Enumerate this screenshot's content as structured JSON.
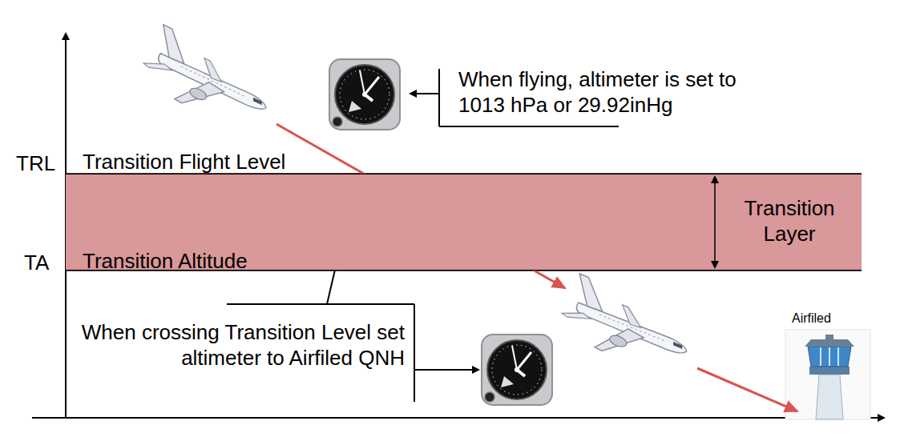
{
  "diagram": {
    "nodes": [
      {
        "text": [
          "Transition Layer"
        ]
      }
    ],
    "labels": [
      "TRL",
      "Transition Flight Level",
      "When flying, altimeter is set to 1013 hPa or 29.92inHg",
      "TA",
      "Transition Altitude",
      "When crossing Transition Level set altimeter to Airfiled QNH",
      "Airfiled"
    ]
  }
}
